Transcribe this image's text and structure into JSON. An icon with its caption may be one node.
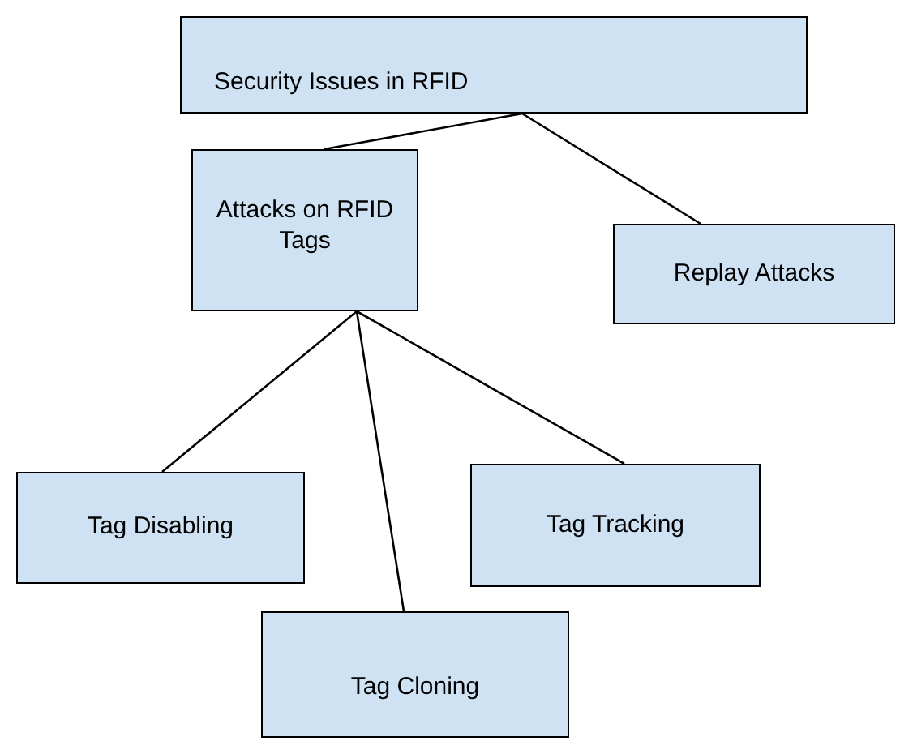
{
  "diagram": {
    "nodes": [
      {
        "text": [
          "Security Issues in RFID"
        ]
      },
      {
        "text": [
          "Attacks on RFID Tags"
        ]
      },
      {
        "text": [
          "Replay Attacks"
        ]
      },
      {
        "text": [
          "Tag Disabling"
        ]
      },
      {
        "text": [
          "Tag Tracking"
        ]
      },
      {
        "text": [
          "Tag Cloning"
        ]
      }
    ],
    "edges": [
      {
        "from": 0,
        "to": 1,
        "arrow": "none"
      },
      {
        "from": 0,
        "to": 2,
        "arrow": "none"
      },
      {
        "from": 1,
        "to": 3,
        "arrow": "none"
      },
      {
        "from": 1,
        "to": 5,
        "arrow": "none"
      },
      {
        "from": 1,
        "to": 4,
        "arrow": "none"
      }
    ]
  }
}
